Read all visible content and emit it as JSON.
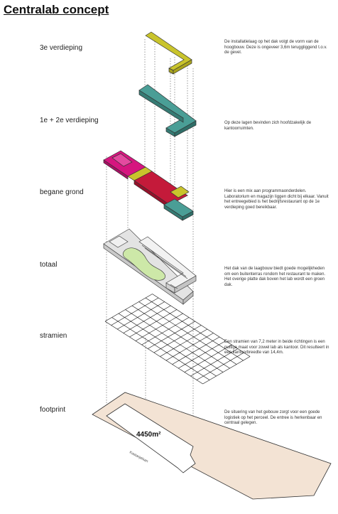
{
  "title": "Centralab concept",
  "levels": [
    {
      "id": "3e",
      "label": "3e verdieping",
      "note": "De installatielaag op het dak volgt de vorm van de hoogbouw. Deze is ongeveer 3,6m teruggliggend t.o.v. de gevel."
    },
    {
      "id": "12",
      "label": "1e + 2e verdieping",
      "note": "Op deze lagen bevinden zich hoofdzakelijk de kantoorruimten."
    },
    {
      "id": "bg",
      "label": "begane grond",
      "note": "Hier is een mix aan programmaonderdelen. Laboratorium en magazijn liggen dicht bij elkaar. Vanuit het entreegebied is het bedrijfsrestaurant op de 1e verdieping goed bereikbaar."
    },
    {
      "id": "tot",
      "label": "totaal",
      "note": "Het dak van de laagbouw biedt goede mogelijkheden om een buitenterras rondom het restaurant te maken. Het overige platte dak boven het lab wordt een groen dak."
    },
    {
      "id": "str",
      "label": "stramien",
      "note": "Een stramien van 7,2 meter in beide richtingen is een nuttige maat voor zowel lab als kantoor. Dit resulteert in een kantoorbreedte van 14,4m."
    },
    {
      "id": "fp",
      "label": "footprint",
      "note": "De situering van het gebouw zorgt voor een goede logistiek op het perceel. De entree is herkenbaar en centraal gelegen."
    }
  ],
  "footprint_area": "4450m²",
  "street_label": "Kastanjelaan",
  "colors": {
    "yellow": "#c9c42c",
    "teal": "#4a9e96",
    "magenta": "#d6157f",
    "red": "#c41a3a",
    "footprint": "#f3e3d4",
    "gray": "#e3e3e3",
    "green_roof": "#cde8a8"
  }
}
